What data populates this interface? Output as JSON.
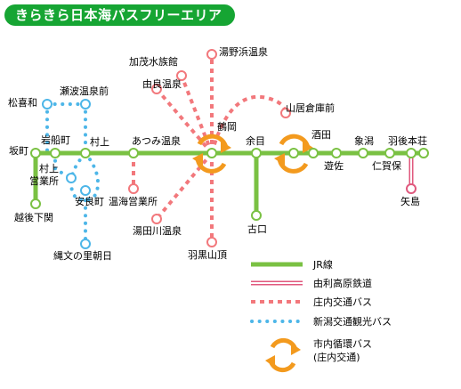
{
  "title": "きらきら日本海パスフリーエリア",
  "colors": {
    "jr": "#7ac143",
    "yuri": "#e0597e",
    "shonai": "#f2787c",
    "niigata": "#4db6e8",
    "loop": "#f39a1e",
    "title_bg": "#16a533"
  },
  "stations": {
    "sakamachi": "坂町",
    "iwafune": "岩船町",
    "murakami": "村上",
    "murakami2": "村上",
    "eigyosho": "営業所",
    "echigo_shimoseki": "越後下関",
    "matsukiwa": "松喜和",
    "senami": "瀬波温泉前",
    "yasuramachi": "安良町",
    "jomon": "縄文の里朝日",
    "atsumi": "あつみ温泉",
    "yura": "由良温泉",
    "kamo": "加茂水族館",
    "yunohama": "湯野浜温泉",
    "tsuruoka": "鶴岡",
    "yamai": "山居倉庫前",
    "onkai": "温海営業所",
    "yudagawa": "湯田川温泉",
    "haguro": "羽黒山頂",
    "amarume": "余目",
    "furukuchi": "古口",
    "sakata": "酒田",
    "yuza": "遊佐",
    "kisakata": "象潟",
    "nikaho": "仁賀保",
    "ugohonjo": "羽後本荘",
    "yashima": "矢島"
  },
  "legend": {
    "jr": "JR線",
    "yuri": "由利高原鉄道",
    "shonai": "庄内交通バス",
    "niigata": "新潟交通観光バス",
    "loop_line1": "市内循環バス",
    "loop_line2": "(庄内交通)"
  }
}
